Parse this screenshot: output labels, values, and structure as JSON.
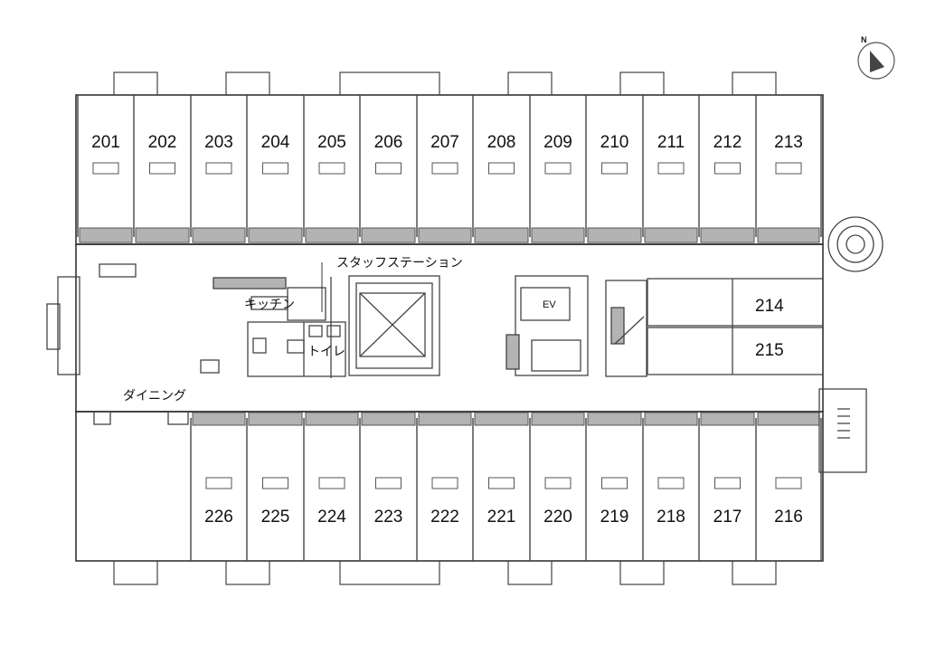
{
  "north_rooms": [
    "201",
    "202",
    "203",
    "204",
    "205",
    "206",
    "207",
    "208",
    "209",
    "210",
    "211",
    "212",
    "213"
  ],
  "east_rooms": [
    "214",
    "215"
  ],
  "south_rooms": [
    "226",
    "225",
    "224",
    "223",
    "222",
    "221",
    "220",
    "219",
    "218",
    "217",
    "216"
  ],
  "labels": {
    "staff_station": "スタッフステーション",
    "kitchen": "キッチン",
    "toilet": "トイレ",
    "dining": "ダイニング",
    "elevator": "EV"
  },
  "compass": {
    "letter": "N"
  },
  "colors": {
    "wall": "#333333",
    "shade": "#b3b3b3",
    "line": "#555555"
  }
}
